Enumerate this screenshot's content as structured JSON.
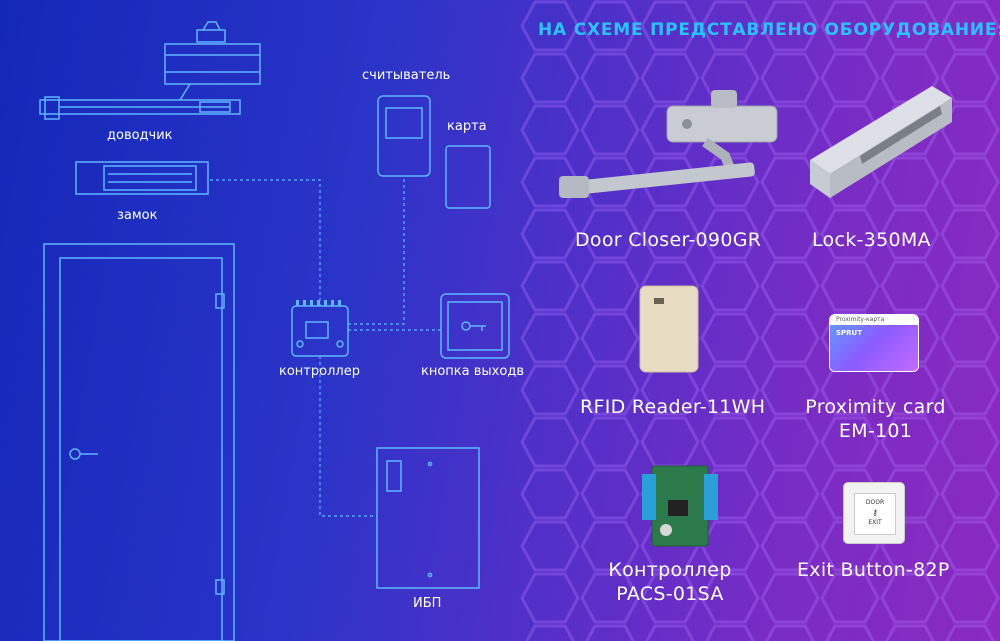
{
  "heading": "НА СХЕМЕ ПРЕДСТАВЛЕНО ОБОРУДОВАНИЕ:",
  "schema": {
    "closer_label": "доводчик",
    "lock_label": "замок",
    "reader_label": "считыватель",
    "card_label": "карта",
    "controller_label": "контроллер",
    "exit_button_label": "кнопка выходв",
    "ups_label": "ИБП"
  },
  "products": {
    "closer": "Door Closer-090GR",
    "lock": "Lock-350MA",
    "reader": "RFID Reader-11WH",
    "card_line1": "Proximity card",
    "card_line2": "EM-101",
    "card_header": "Proximity-карта",
    "card_brand": "SPRUT",
    "controller_line1": "Контроллер",
    "controller_line2": "PACS-01SA",
    "exit_button": "Exit Button-82P",
    "exit_door": "DOOR",
    "exit_exit": "EXIT"
  },
  "colors": {
    "line": "#5fb6ff",
    "heading": "#29c4ff"
  }
}
